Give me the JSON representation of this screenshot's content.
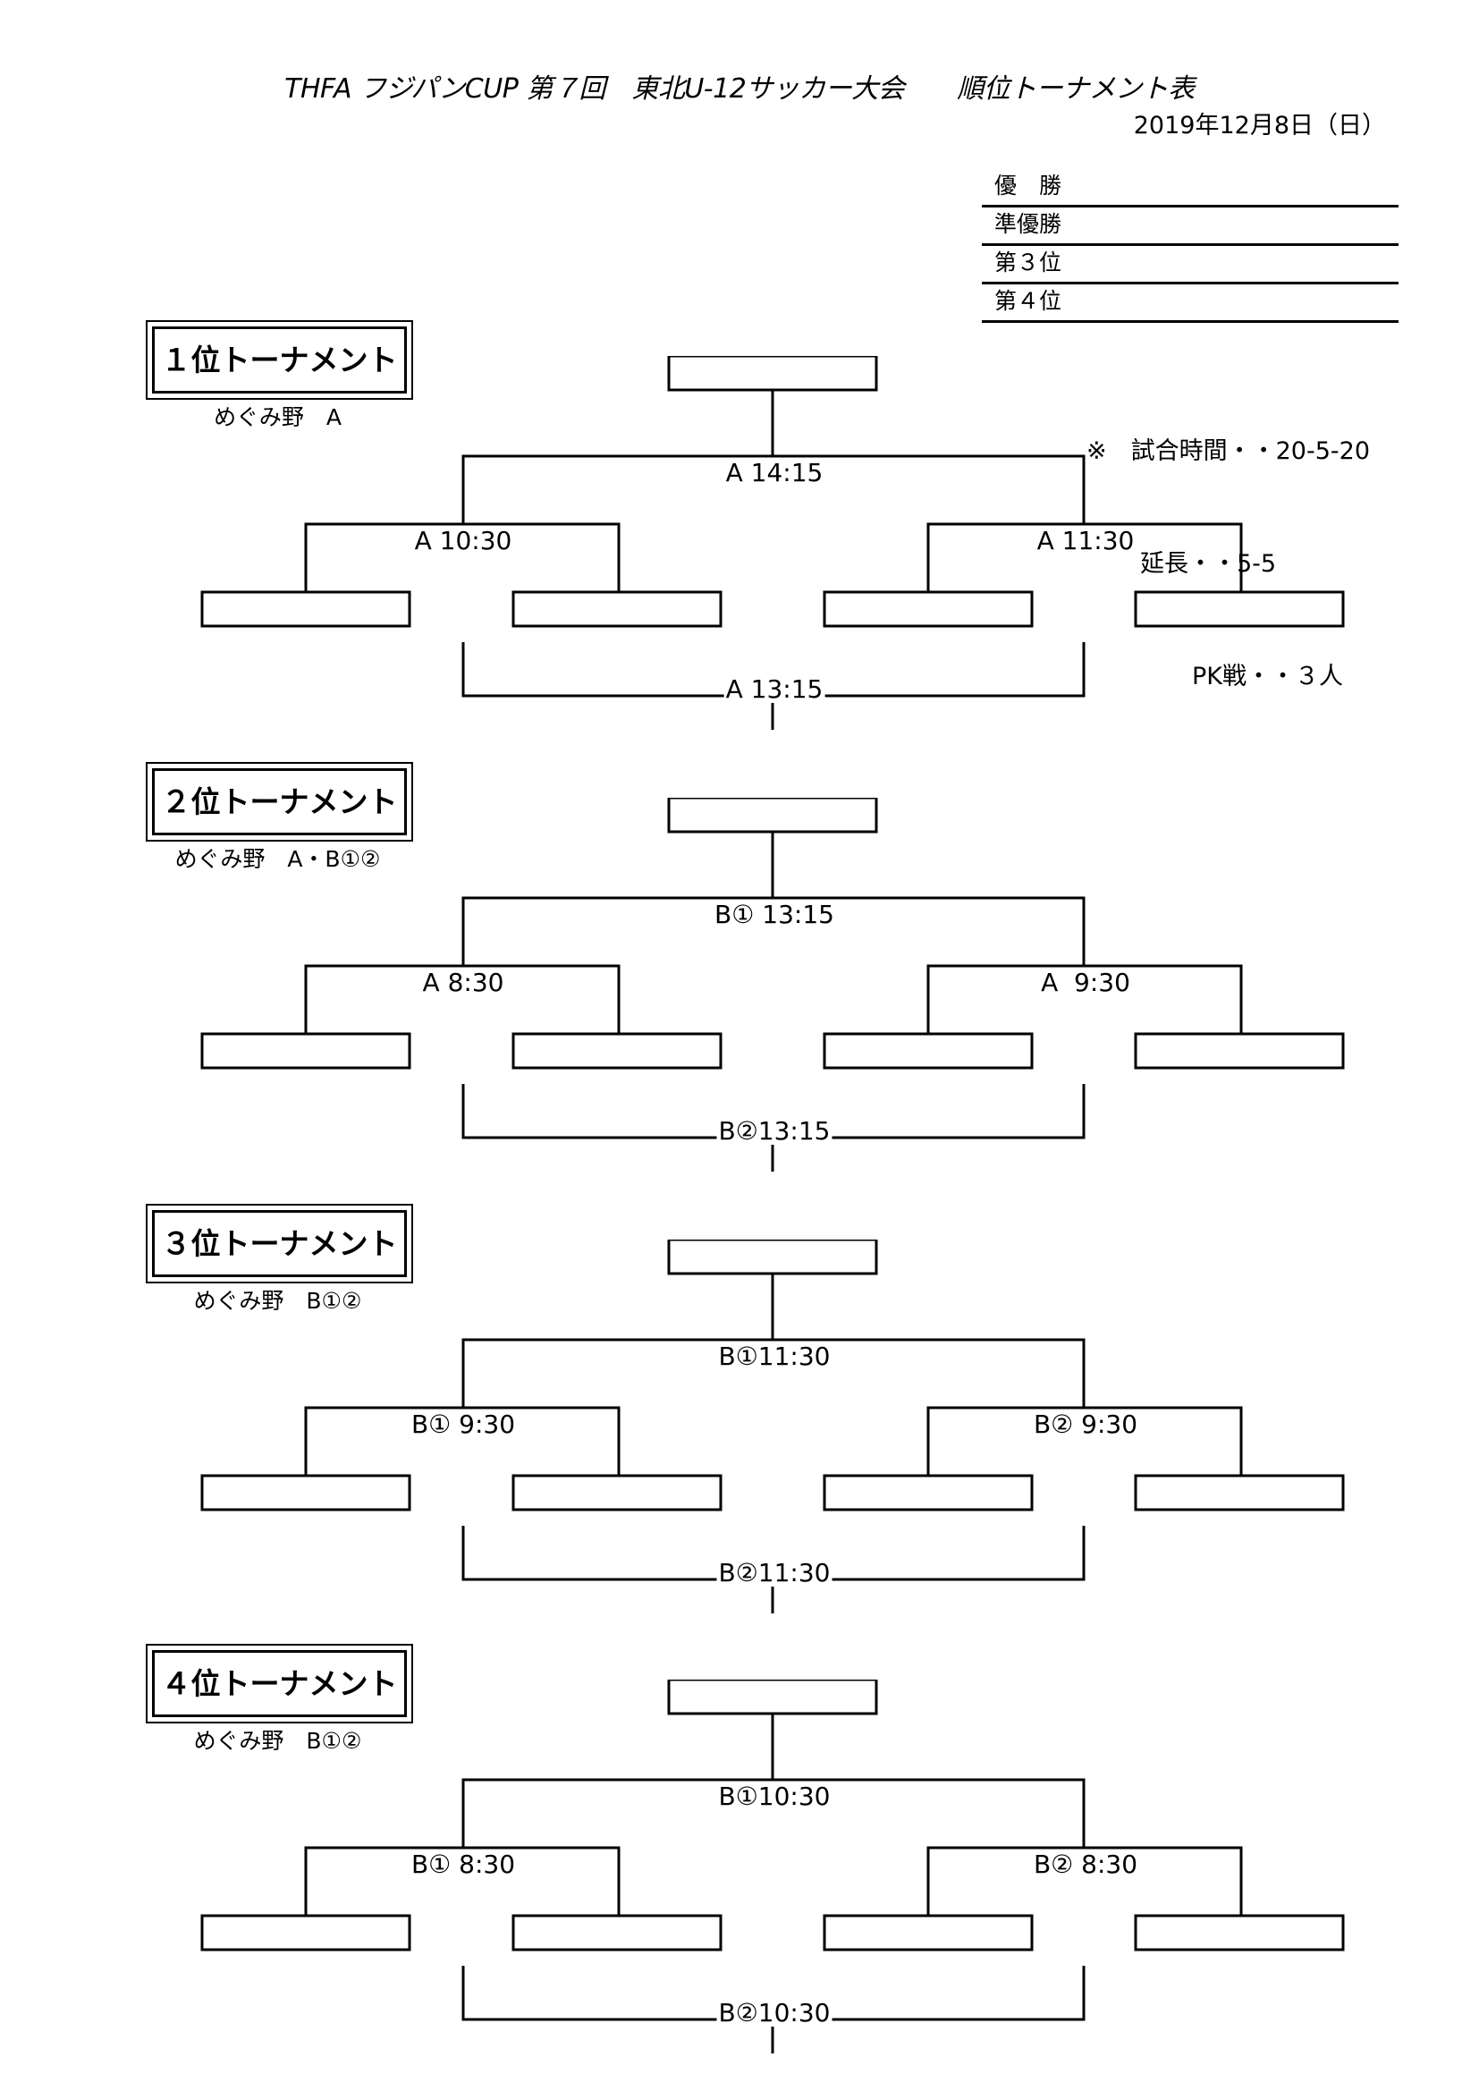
{
  "header": {
    "title": "THFA フジパンCUP 第７回　東北U-12サッカー大会　　順位トーナメント表",
    "date": "2019年12月8日（日）"
  },
  "ranking": [
    {
      "label": "優　勝"
    },
    {
      "label": "準優勝"
    },
    {
      "label": "第３位"
    },
    {
      "label": "第４位"
    }
  ],
  "note": {
    "line1": "※　試合時間・・20-5-20",
    "line2": "延長・・5-5",
    "line3": "PK戦・・３人"
  },
  "tournaments": [
    {
      "title": "１位トーナメント",
      "venue": "めぐみ野　A",
      "final": "A 14:15",
      "semi_left": "A 10:30",
      "semi_right": "A 11:30",
      "third_place": "A 13:15"
    },
    {
      "title": "２位トーナメント",
      "venue": "めぐみ野　A・B①②",
      "final": "B① 13:15",
      "semi_left": "A 8:30",
      "semi_right": "A  9:30",
      "third_place": "B②13:15"
    },
    {
      "title": "３位トーナメント",
      "venue": "めぐみ野　B①②",
      "final": "B①11:30",
      "semi_left": "B① 9:30",
      "semi_right": "B② 9:30",
      "third_place": "B②11:30"
    },
    {
      "title": "４位トーナメント",
      "venue": "めぐみ野　B①②",
      "final": "B①10:30",
      "semi_left": "B① 8:30",
      "semi_right": "B② 8:30",
      "third_place": "B②10:30"
    }
  ]
}
